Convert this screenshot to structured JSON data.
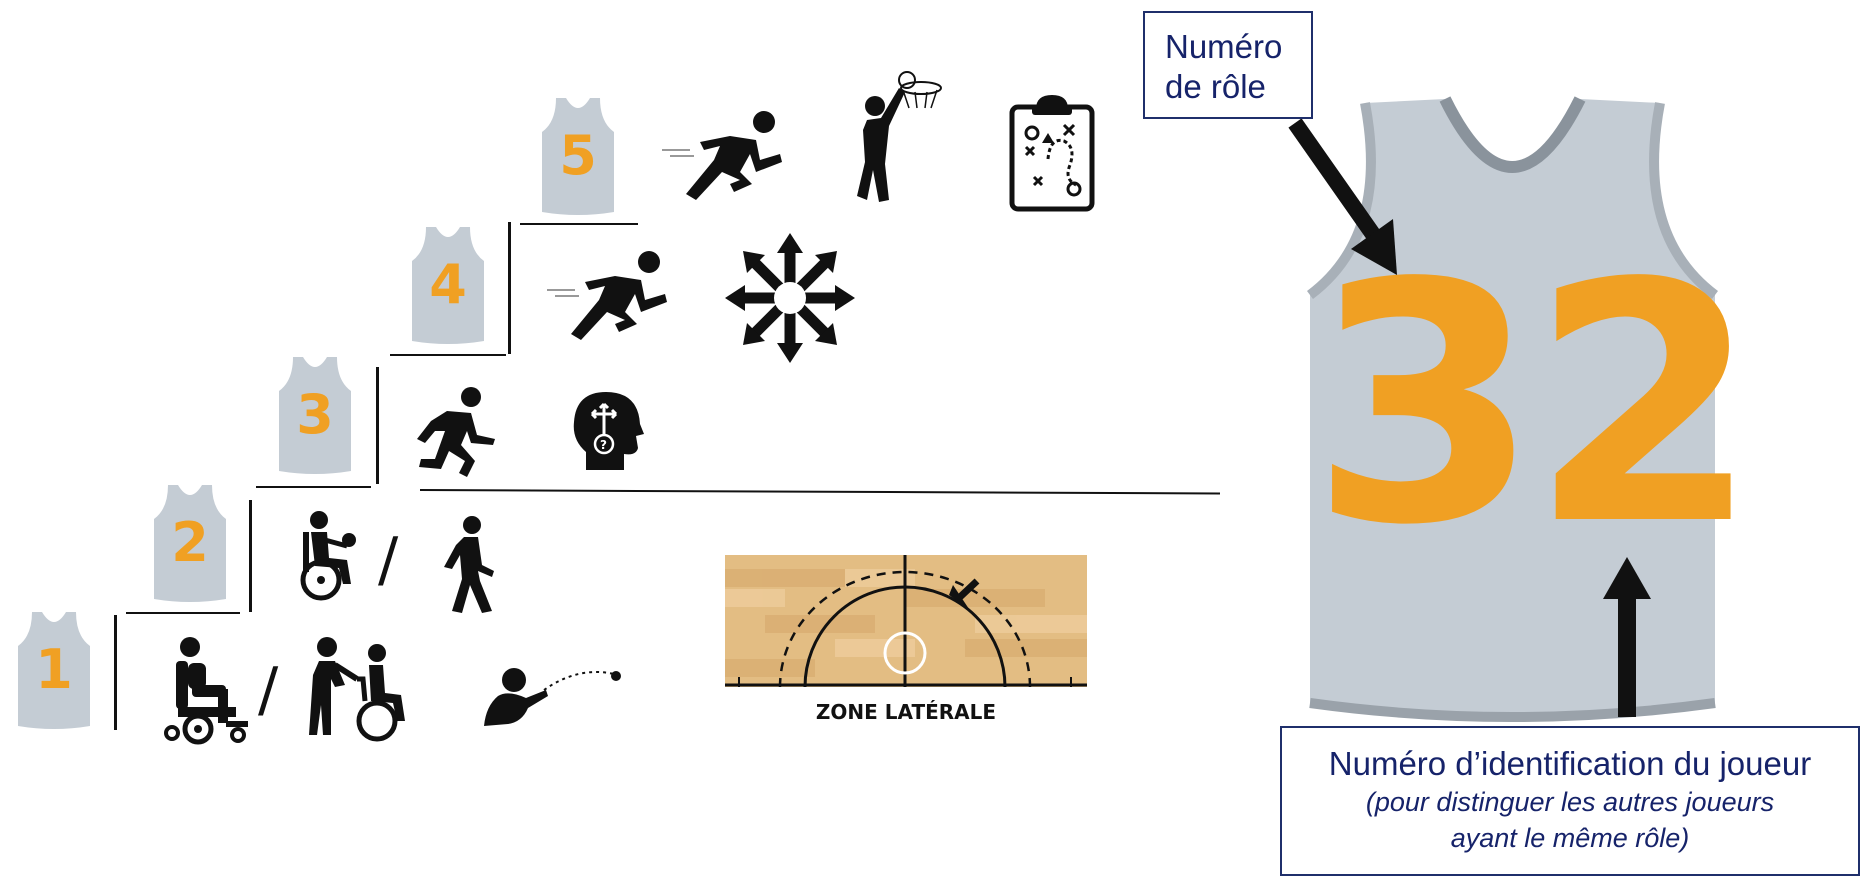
{
  "classes": [
    {
      "number": "1"
    },
    {
      "number": "2"
    },
    {
      "number": "3"
    },
    {
      "number": "4"
    },
    {
      "number": "5"
    }
  ],
  "separator": "/",
  "court": {
    "caption": "ZONE LATÉRALE"
  },
  "jersey_example": {
    "number": "32"
  },
  "callouts": {
    "role": {
      "line1": "Numéro",
      "line2": "de rôle"
    },
    "id": {
      "main": "Numéro d’identification du joueur",
      "sub1": "(pour distinguer les autres joueurs",
      "sub2": "ayant le même rôle)"
    }
  },
  "colors": {
    "jersey": "#c4ccd4",
    "number": "#f0a023",
    "callout_text": "#16236a",
    "court": "#e3bd83"
  },
  "icons": [
    "power-wheelchair-icon",
    "assisted-wheelchair-icon",
    "ball-throw-icon",
    "wheelchair-user-icon",
    "walking-person-icon",
    "running-person-icon",
    "thinking-head-icon",
    "sprinting-person-icon",
    "directions-burst-icon",
    "basketball-shot-icon",
    "game-plan-clipboard-icon"
  ]
}
